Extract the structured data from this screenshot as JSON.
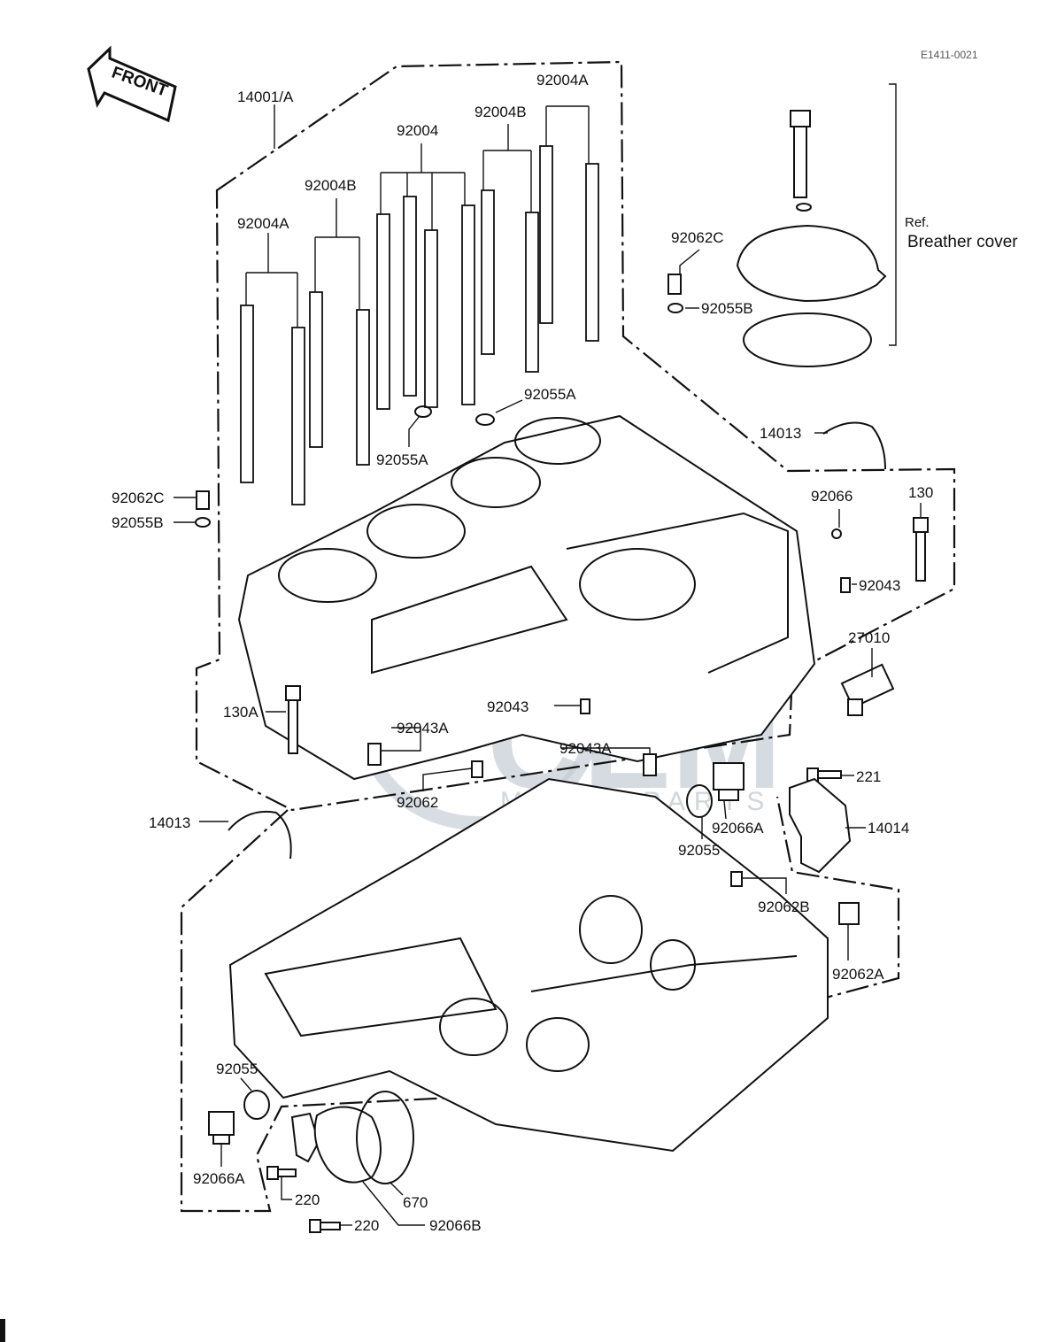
{
  "diagram_id": "E1411-0021",
  "front_label": "FRONT",
  "watermark": {
    "main": "CEM",
    "sub": "MOTORPARTS"
  },
  "breather_ref": {
    "ref": "Ref.",
    "name": "Breather cover"
  },
  "labels": {
    "l14001a": "14001/A",
    "l92004a_top": "92004A",
    "l92004b_top": "92004B",
    "l92004_mid": "92004",
    "l92004b_left": "92004B",
    "l92004a_left": "92004A",
    "l92062c_right": "92062C",
    "l92055b_right": "92055B",
    "l92055a_right": "92055A",
    "l92055a_left": "92055A",
    "l14013_top": "14013",
    "l92066": "92066",
    "l130": "130",
    "l92043_right": "92043",
    "l92062c_left": "92062C",
    "l92055b_left": "92055B",
    "l27010": "27010",
    "l92043_mid": "92043",
    "l92043a_left": "92043A",
    "l92043a_right": "92043A",
    "l130a": "130A",
    "l92062": "92062",
    "l221": "221",
    "l14013_bottom": "14013",
    "l14014": "14014",
    "l92066a_right": "92066A",
    "l92055_mid": "92055",
    "l92062b": "92062B",
    "l92062a": "92062A",
    "l92055_bottom": "92055",
    "l92066a_bottom": "92066A",
    "l220_a": "220",
    "l670": "670",
    "l220_b": "220",
    "l92066b": "92066B"
  }
}
